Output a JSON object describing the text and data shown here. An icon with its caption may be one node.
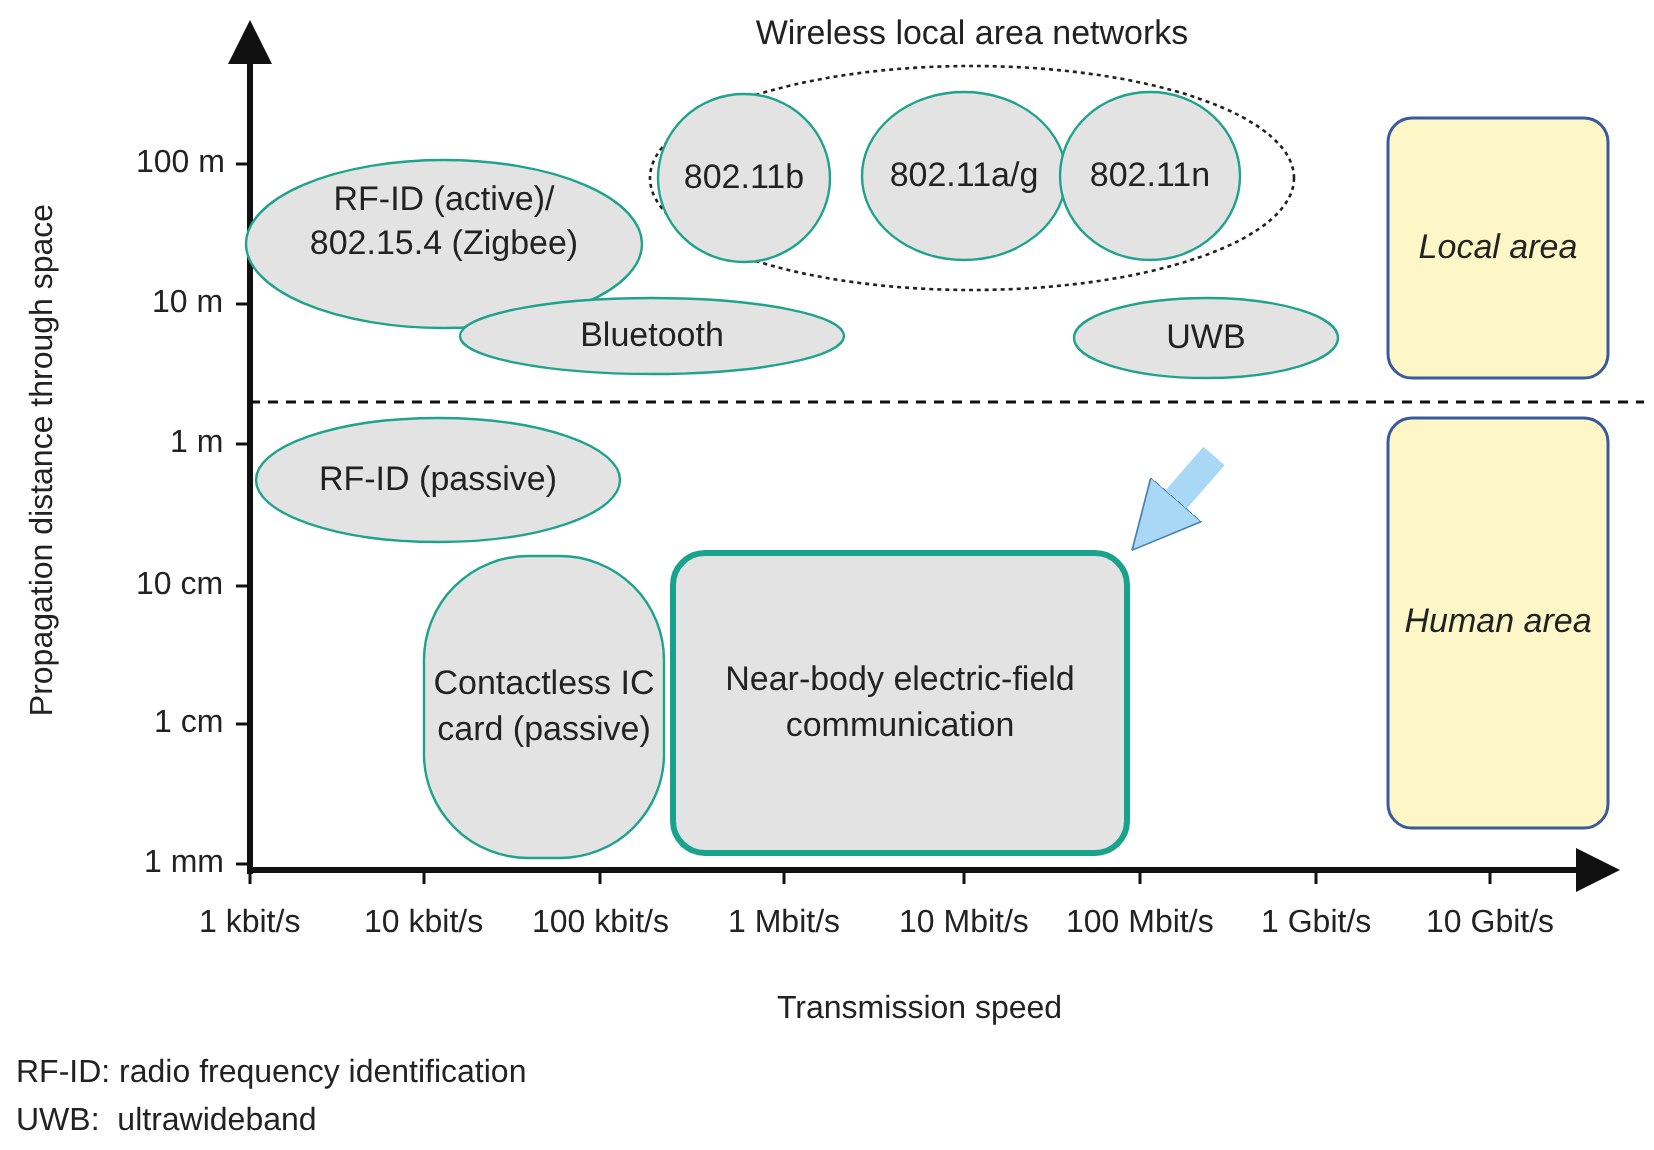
{
  "diagram": {
    "nodes": [
      {
        "text": [
          "Wireless local area networks"
        ]
      },
      {
        "text": [
          "802.11b"
        ],
        "in": 0
      },
      {
        "text": [
          "802.11a/g"
        ],
        "in": 0
      },
      {
        "text": [
          "802.11n"
        ],
        "in": 0
      },
      {
        "text": [
          "RF-ID (active)/ 802.15.4 (Zigbee)"
        ]
      },
      {
        "text": [
          "Bluetooth"
        ]
      },
      {
        "text": [
          "UWB"
        ]
      },
      {
        "text": [
          "Local area"
        ]
      },
      {
        "text": [
          "RF-ID (passive)"
        ]
      },
      {
        "text": [
          "Contactless IC card (passive)"
        ]
      },
      {
        "text": [
          "Near-body electric-field communication"
        ]
      },
      {
        "text": [
          "Human area"
        ]
      }
    ],
    "edges": [
      {
        "from": null,
        "to": 10,
        "arrow": "to"
      }
    ],
    "labels": [
      "Propagation distance through space",
      "100 m",
      "10 m",
      "1 m",
      "10 cm",
      "1 cm",
      "1 mm",
      "1 kbit/s",
      "10 kbit/s",
      "100 kbit/s",
      "1 Mbit/s",
      "10 Mbit/s",
      "100 Mbit/s",
      "1 Gbit/s",
      "10 Gbit/s",
      "Transmission speed",
      "RF-ID: radio frequency identification",
      "UWB:  ultrawideband"
    ]
  }
}
